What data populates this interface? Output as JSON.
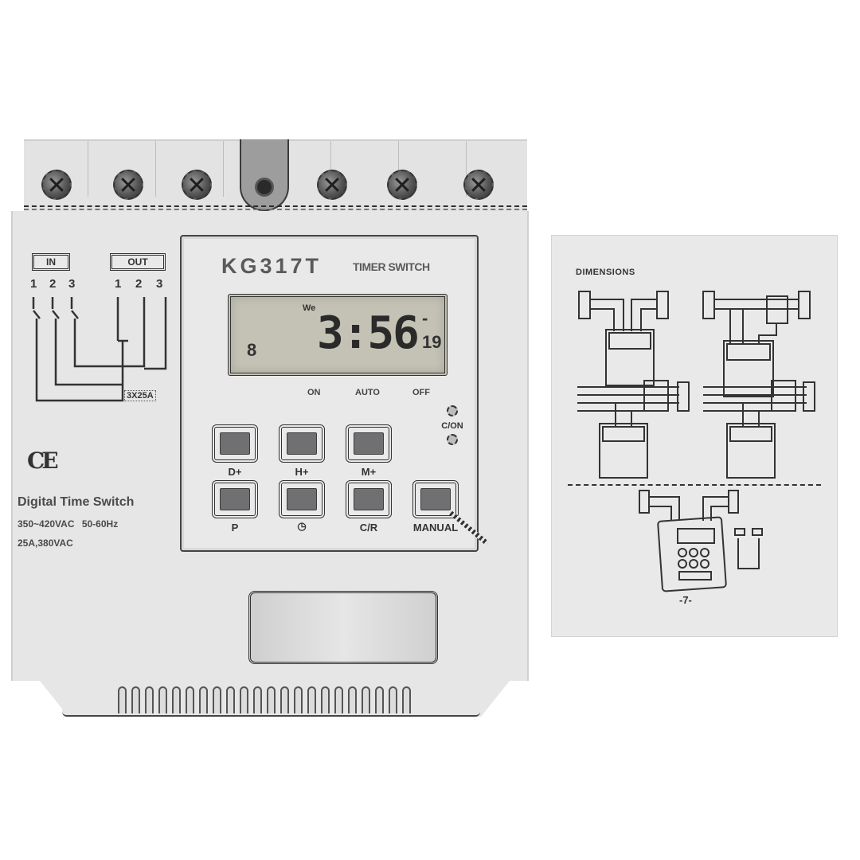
{
  "scene": {
    "description": "Product photo of a DIN-rail digital timer switch with an accompanying instruction manual page",
    "background_color": "#ffffff"
  },
  "device": {
    "model": "KG317T",
    "subtitle": "TIMER SWITCH",
    "body_color": "#e6e6e6",
    "terminals": {
      "in_label": "IN",
      "out_label": "OUT",
      "in_numbers": [
        "1",
        "2",
        "3"
      ],
      "out_numbers": [
        "1",
        "2",
        "3"
      ],
      "rating": "3X25A",
      "screw_count": 7
    },
    "ce_mark": "CE",
    "product_name": "Digital Time Switch",
    "spec_line_1": "350~420VAC  50-60Hz",
    "spec_line_2": "25A,380VAC",
    "lcd": {
      "day_indicator": "We",
      "time": "3:56",
      "suffix_top": "-",
      "suffix_bottom": "19",
      "program_indicator": "8",
      "background_color": "#c3c2b4"
    },
    "mode_labels": [
      "ON",
      "AUTO",
      "OFF"
    ],
    "indicator": {
      "label": "C/ON"
    },
    "keys": [
      {
        "label": "D+",
        "row": 1,
        "col": 1
      },
      {
        "label": "H+",
        "row": 1,
        "col": 2
      },
      {
        "label": "M+",
        "row": 1,
        "col": 3
      },
      {
        "label": "P",
        "row": 2,
        "col": 1,
        "icon": "program-circle-icon"
      },
      {
        "label": "◷",
        "row": 2,
        "col": 2,
        "icon": "clock-icon"
      },
      {
        "label": "C/R",
        "row": 2,
        "col": 3
      },
      {
        "label": "MANUAL",
        "row": 2,
        "col": 4
      }
    ],
    "key_cap_color": "#707073"
  },
  "manual_page": {
    "title": "DIMENSIONS",
    "page_number": "-7-",
    "diagrams": [
      "single-phase wiring diagram",
      "wiring diagram with contactor",
      "three-phase wiring diagram A",
      "three-phase wiring diagram B",
      "device connection illustration"
    ]
  }
}
